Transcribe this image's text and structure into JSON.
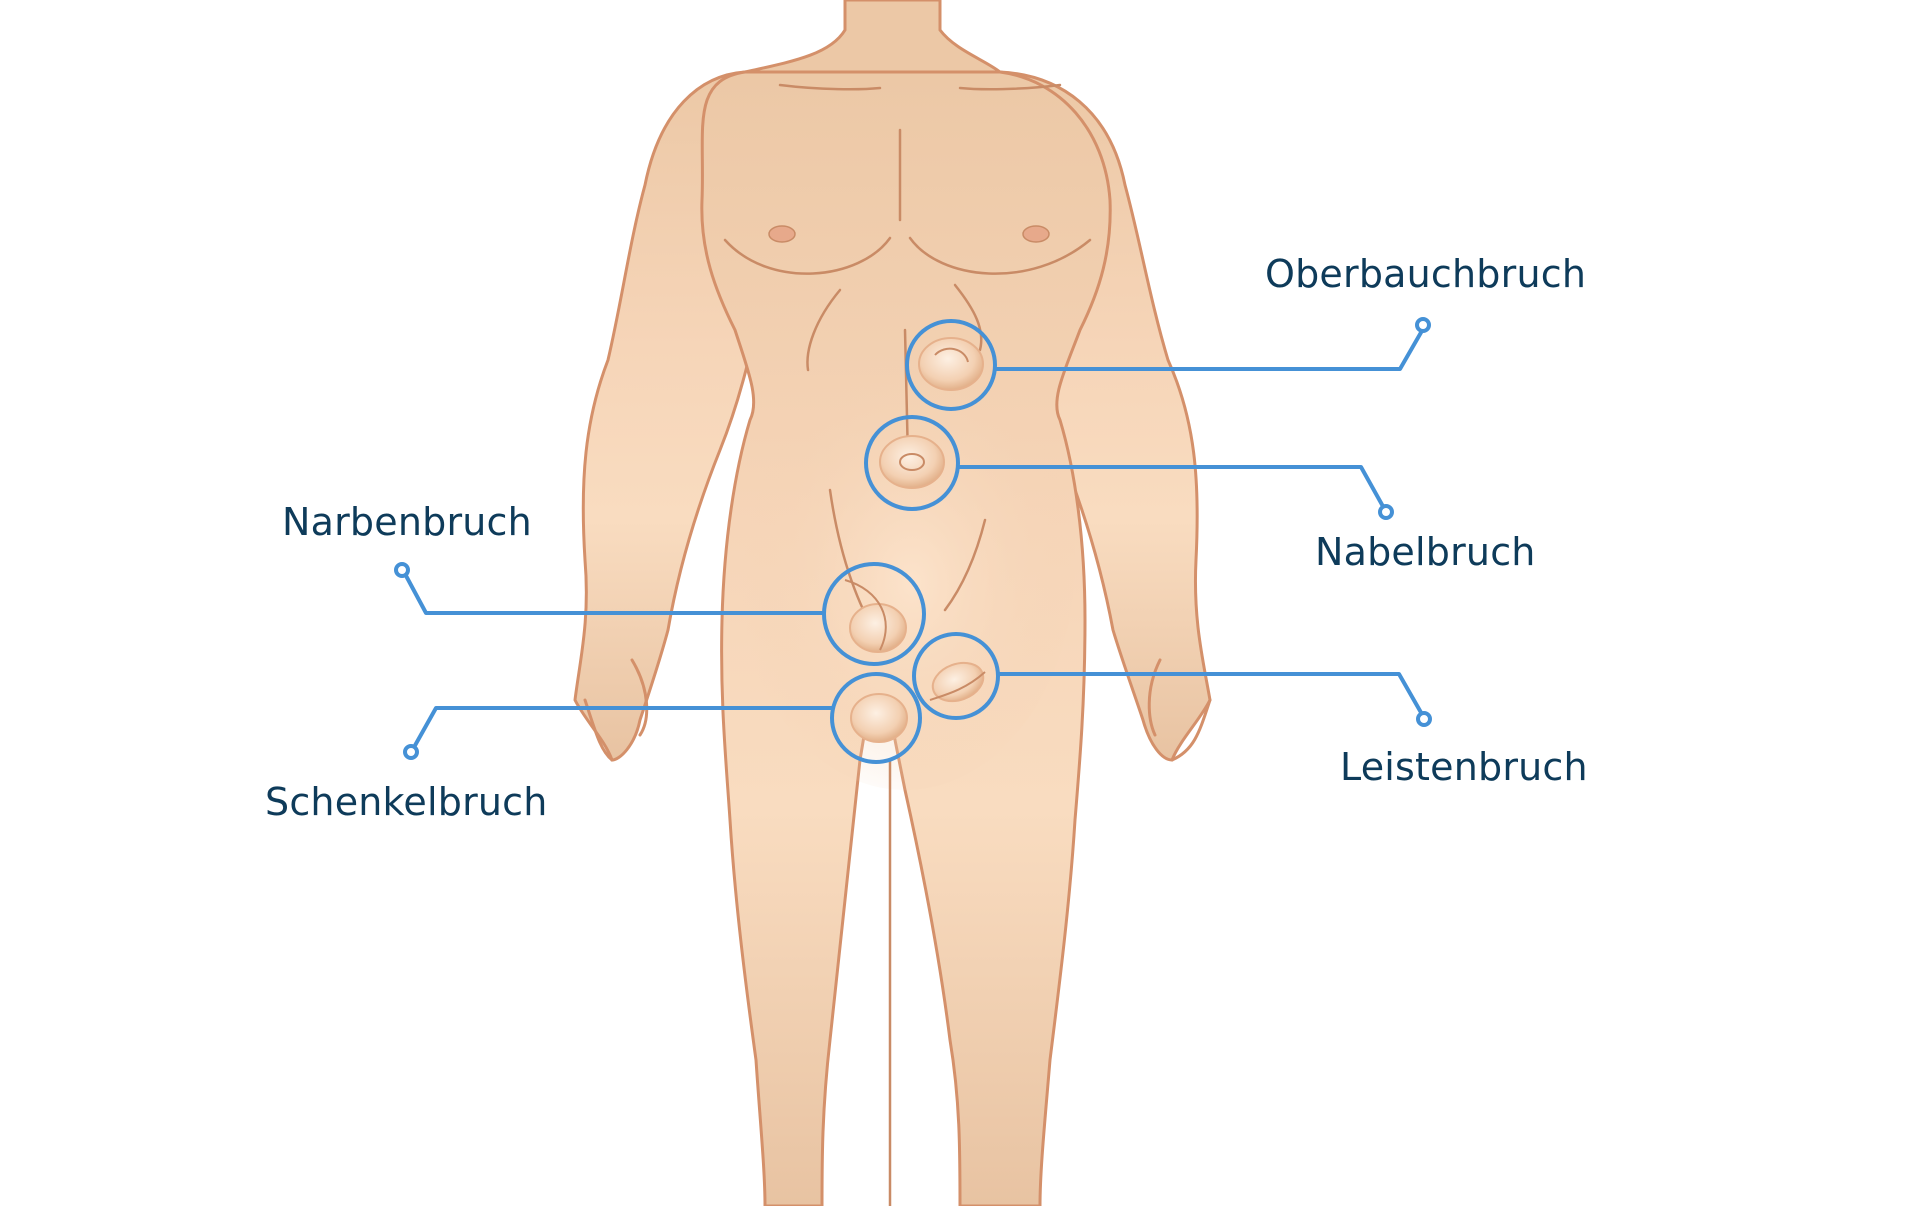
{
  "colors": {
    "skin_light": "#f9dcc0",
    "skin_mid": "#ecc8a6",
    "skin_outline": "#d4906a",
    "skin_detail": "#c98b66",
    "callout_line": "#4591d6",
    "label_text": "#0e3b5a",
    "background": "#ffffff"
  },
  "hernias": [
    {
      "id": "oberbauchbruch",
      "label": "Oberbauchbruch"
    },
    {
      "id": "nabelbruch",
      "label": "Nabelbruch"
    },
    {
      "id": "narbenbruch",
      "label": "Narbenbruch"
    },
    {
      "id": "schenkelbruch",
      "label": "Schenkelbruch"
    },
    {
      "id": "leistenbruch",
      "label": "Leistenbruch"
    }
  ]
}
